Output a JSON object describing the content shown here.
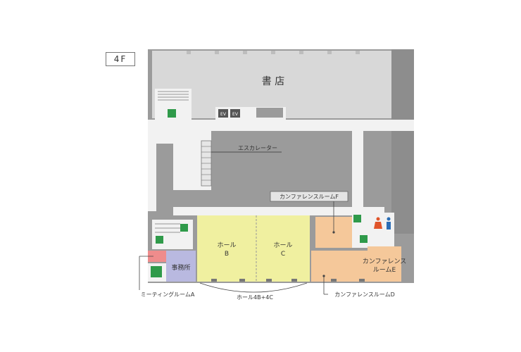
{
  "floor": {
    "label": "4F"
  },
  "rooms": {
    "bookstore": "書 店",
    "escalator": "エスカレーター",
    "office": "事務所",
    "hall_b_line1": "ホール",
    "hall_b_line2": "B",
    "hall_c_line1": "ホール",
    "hall_c_line2": "C",
    "conf_e_line1": "カンファレンス",
    "conf_e_line2": "ルームE"
  },
  "callouts": {
    "conf_f": "カンファレンスルームF",
    "meeting_a": "ミーティングルームA",
    "hall_4bc": "ホール4B+4C",
    "conf_d": "カンファレンスルームD"
  },
  "icons": {
    "elevator_1": "EV",
    "elevator_2": "EV"
  },
  "colors": {
    "building": "#9b9b9b",
    "bookstore": "#d8d8d8",
    "corridor": "#f2f2f2",
    "hall": "#f0f0a0",
    "conference": "#f5c89a",
    "office": "#b9b9e0",
    "meeting": "#ef8c8c",
    "exit_sign": "#2f9a4a",
    "men": "#2a6db5",
    "women": "#e0542a"
  }
}
